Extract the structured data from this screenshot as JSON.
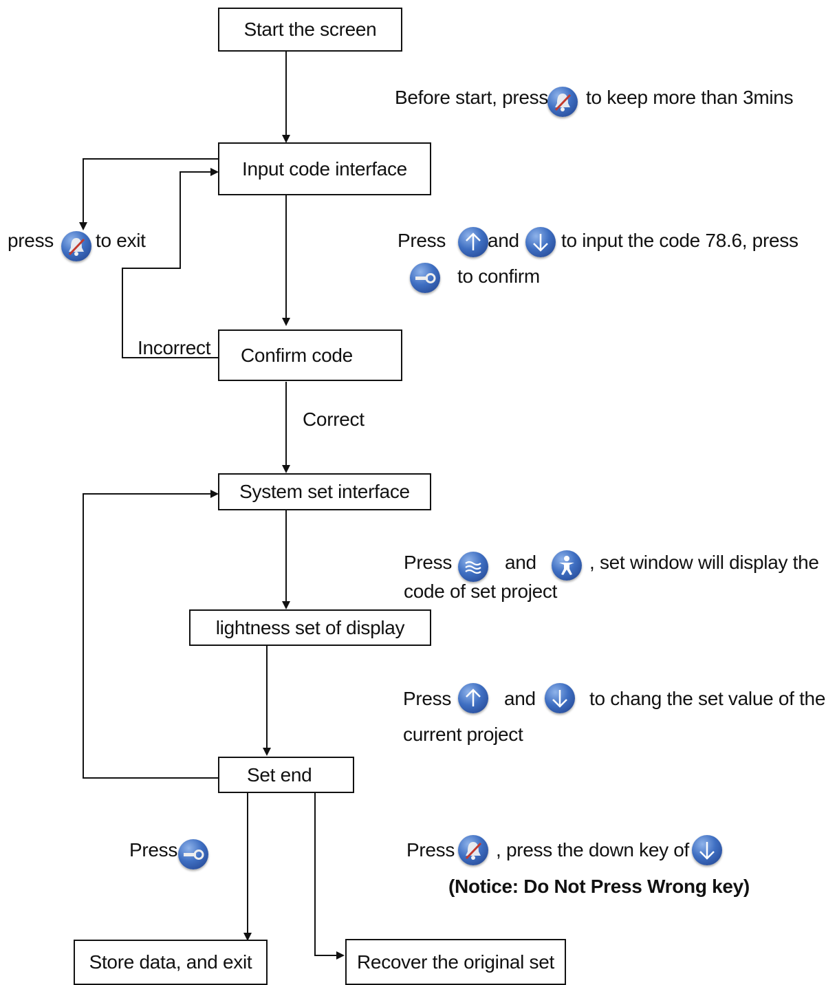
{
  "boxes": {
    "start": "Start the screen",
    "input": "Input code interface",
    "confirm": "Confirm code",
    "system": "System set interface",
    "lightness": "lightness set of display",
    "setend": "Set end",
    "store": "Store data, and exit",
    "recover": "Recover the original set"
  },
  "labels": {
    "before_start_1": "Before start, press",
    "before_start_2": "to keep more than 3mins",
    "press_exit_1": "press",
    "press_exit_2": "to exit",
    "code_1": "Press",
    "code_2": "and",
    "code_3": "to input the code 78.6, press",
    "code_4": "to confirm",
    "incorrect": "Incorrect",
    "correct": "Correct",
    "project_1": "Press",
    "project_2": "and",
    "project_3": ", set window will display the",
    "project_4": "code of set project",
    "value_1": "Press",
    "value_2": "and",
    "value_3": "to chang the set value of the",
    "value_4": "current project",
    "store_press": "Press",
    "recover_1": "Press",
    "recover_2": ", press the down key of",
    "notice": "(Notice: Do Not Press Wrong key)"
  },
  "icons": {
    "bell": "bell-icon",
    "up": "up-arrow-icon",
    "down": "down-arrow-icon",
    "key": "key-icon",
    "waves": "waves-icon",
    "person": "person-icon"
  },
  "colors": {
    "button_blue": "#3f6fc2",
    "line": "#111111"
  }
}
